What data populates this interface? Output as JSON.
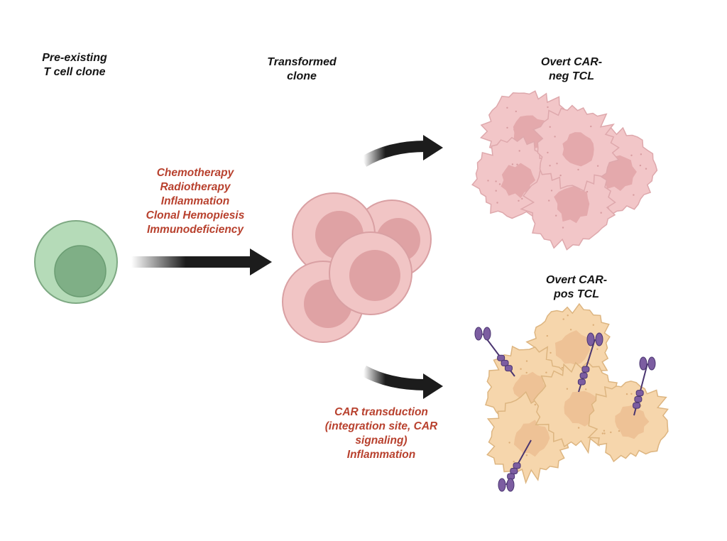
{
  "labels": {
    "pre_existing": "Pre-existing\nT cell clone",
    "transformed": "Transformed\nclone",
    "car_neg": "Overt CAR-\nneg TCL",
    "car_pos": "Overt CAR-\npos TCL"
  },
  "triggers": [
    "Chemotherapy",
    "Radiotherapy",
    "Inflammation",
    "Clonal Hemopiesis",
    "Immunodeficiency"
  ],
  "car_factors": [
    "CAR transduction",
    "(integration site, CAR",
    "signaling)",
    "Inflammation"
  ],
  "colors": {
    "green_cell": "#b5dbb8",
    "green_nucleus": "#7faf86",
    "pink_cell": "#f1c5c5",
    "pink_nucleus": "#dfa2a4",
    "tumor_neg": "#f2c6c8",
    "tumor_pos": "#f6d6ac",
    "car_receptor": "#7c5da1",
    "arrow": "#1c1c1c",
    "red_text": "#b8412e"
  }
}
